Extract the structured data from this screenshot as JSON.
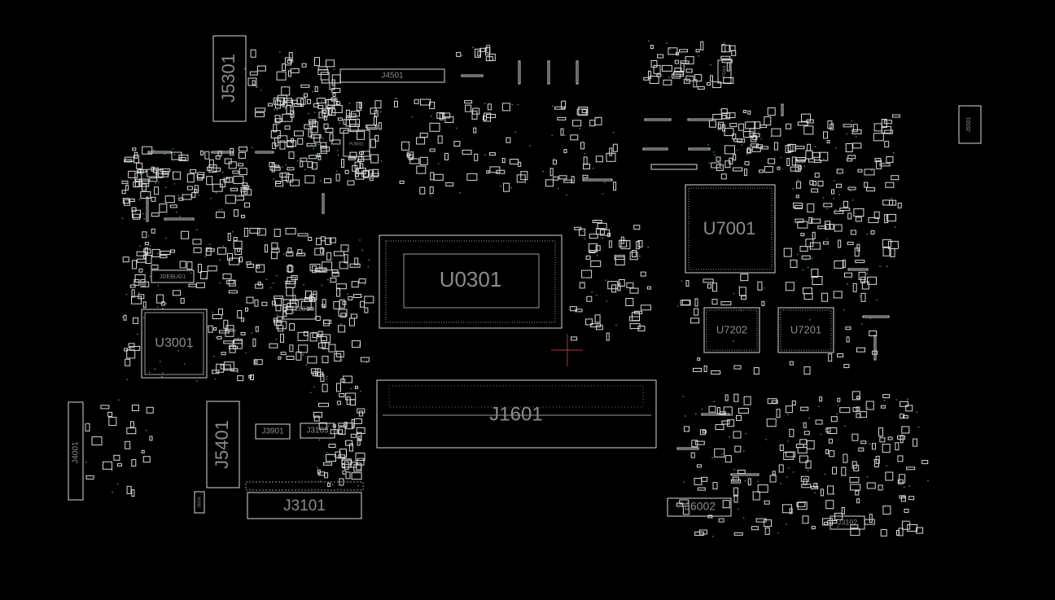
{
  "colors": {
    "background": "#000000",
    "outline": "#d9d9d9",
    "label": "#8c8c8c",
    "via": "#2a8a8a",
    "cursor": "#a23a3a"
  },
  "components": {
    "u0301": "U0301",
    "u7001": "U7001",
    "u7202": "U7202",
    "u7201": "U7201",
    "u3001": "U3001",
    "u2801": "U2801",
    "pu8001": "PU8001",
    "j1601": "J1601",
    "j5301": "J5301",
    "j5401": "J5401",
    "j4501": "J4501",
    "j3101": "J3101",
    "j3901": "J3901",
    "j3103": "J3103",
    "j6002": "J6002",
    "j3102": "J3102",
    "j4001": "J4001",
    "j5501": "J5501",
    "jdebug1": "JDEBUG1",
    "j5004": "J5004",
    "pt804": "PT804"
  },
  "cursor_icon": "crosshair-icon"
}
